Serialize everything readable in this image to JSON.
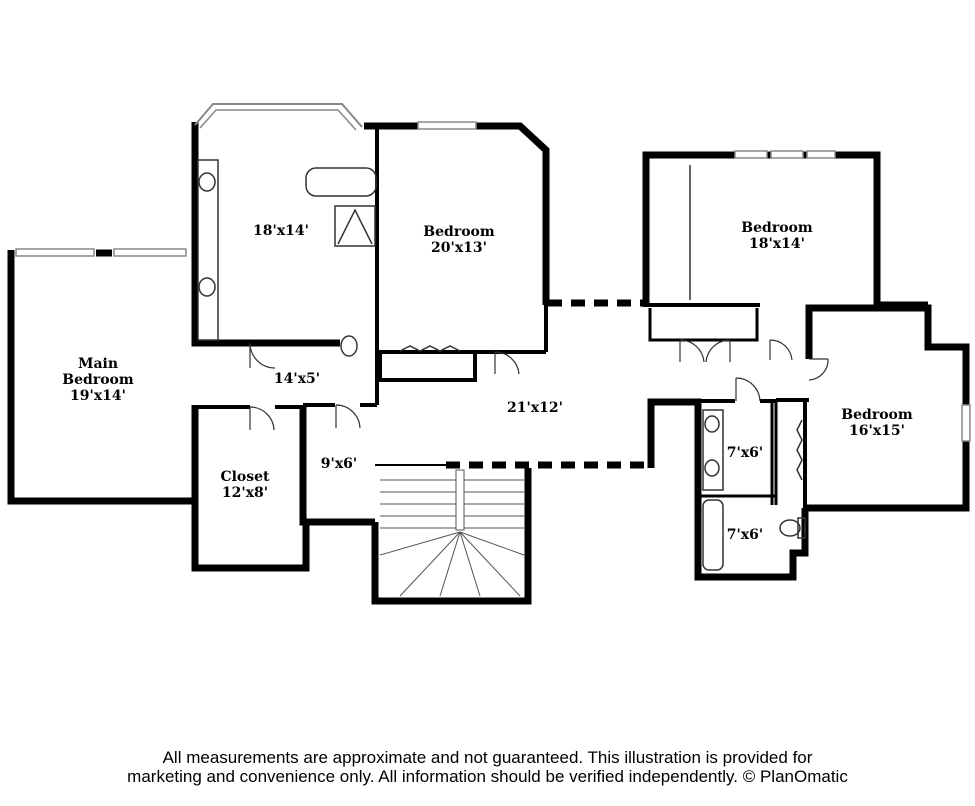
{
  "rooms": {
    "main_bedroom": {
      "name_line1": "Main",
      "name_line2": "Bedroom",
      "size": "19'x14'"
    },
    "bath_main": {
      "size": "18'x14'"
    },
    "bedroom_center": {
      "name": "Bedroom",
      "size": "20'x13'"
    },
    "bedroom_top_right": {
      "name": "Bedroom",
      "size": "18'x14'"
    },
    "bedroom_right": {
      "name": "Bedroom",
      "size": "16'x15'"
    },
    "hall_small": {
      "size": "14'x5'"
    },
    "hall_main": {
      "size": "21'x12'"
    },
    "closet": {
      "name": "Closet",
      "size": "12'x8'"
    },
    "landing": {
      "size": "9'x6'"
    },
    "bath_upper": {
      "size": "7'x6'"
    },
    "bath_lower": {
      "size": "7'x6'"
    }
  },
  "disclaimer": {
    "line1": "All measurements are approximate and not guaranteed. This illustration is provided for",
    "line2": "marketing and convenience only. All information should be verified independently. © PlanOmatic"
  },
  "colors": {
    "wall": "#000000",
    "window": "#9a9a9a",
    "fixture": "#333333"
  }
}
